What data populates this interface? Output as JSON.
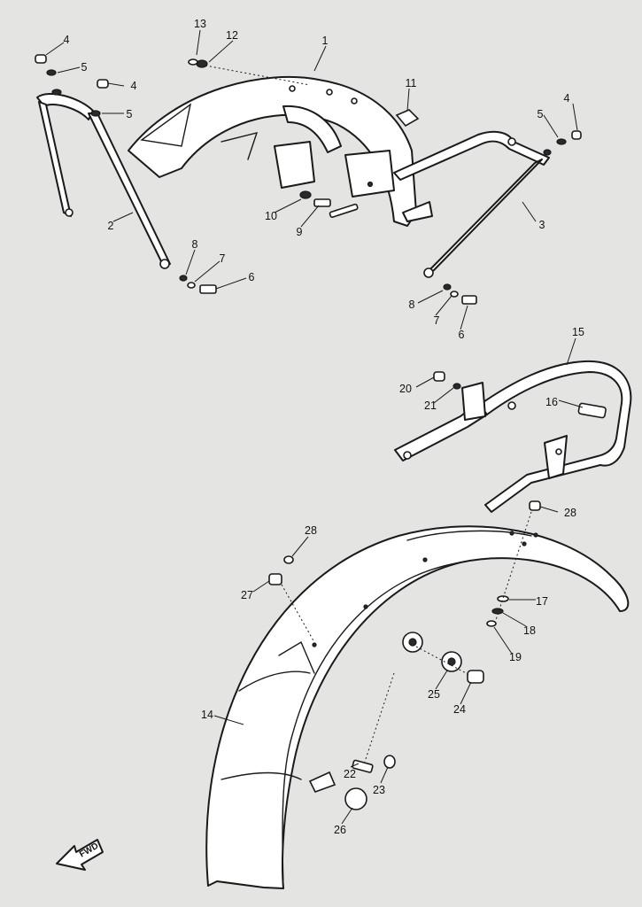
{
  "diagram": {
    "callouts": [
      {
        "id": "c1",
        "text": "1"
      },
      {
        "id": "c2",
        "text": "2"
      },
      {
        "id": "c3",
        "text": "3"
      },
      {
        "id": "c4a",
        "text": "4"
      },
      {
        "id": "c4b",
        "text": "4"
      },
      {
        "id": "c4c",
        "text": "4"
      },
      {
        "id": "c5a",
        "text": "5"
      },
      {
        "id": "c5b",
        "text": "5"
      },
      {
        "id": "c5c",
        "text": "5"
      },
      {
        "id": "c6a",
        "text": "6"
      },
      {
        "id": "c6b",
        "text": "6"
      },
      {
        "id": "c7a",
        "text": "7"
      },
      {
        "id": "c7b",
        "text": "7"
      },
      {
        "id": "c8a",
        "text": "8"
      },
      {
        "id": "c8b",
        "text": "8"
      },
      {
        "id": "c9",
        "text": "9"
      },
      {
        "id": "c10",
        "text": "10"
      },
      {
        "id": "c11",
        "text": "11"
      },
      {
        "id": "c12",
        "text": "12"
      },
      {
        "id": "c13",
        "text": "13"
      },
      {
        "id": "c14",
        "text": "14"
      },
      {
        "id": "c15",
        "text": "15"
      },
      {
        "id": "c16",
        "text": "16"
      },
      {
        "id": "c17",
        "text": "17"
      },
      {
        "id": "c18",
        "text": "18"
      },
      {
        "id": "c19",
        "text": "19"
      },
      {
        "id": "c20",
        "text": "20"
      },
      {
        "id": "c21",
        "text": "21"
      },
      {
        "id": "c22",
        "text": "22"
      },
      {
        "id": "c23",
        "text": "23"
      },
      {
        "id": "c24",
        "text": "24"
      },
      {
        "id": "c25",
        "text": "25"
      },
      {
        "id": "c26",
        "text": "26"
      },
      {
        "id": "c27",
        "text": "27"
      },
      {
        "id": "c28a",
        "text": "28"
      },
      {
        "id": "c28b",
        "text": "28"
      }
    ],
    "forward_marker": "FWD"
  }
}
